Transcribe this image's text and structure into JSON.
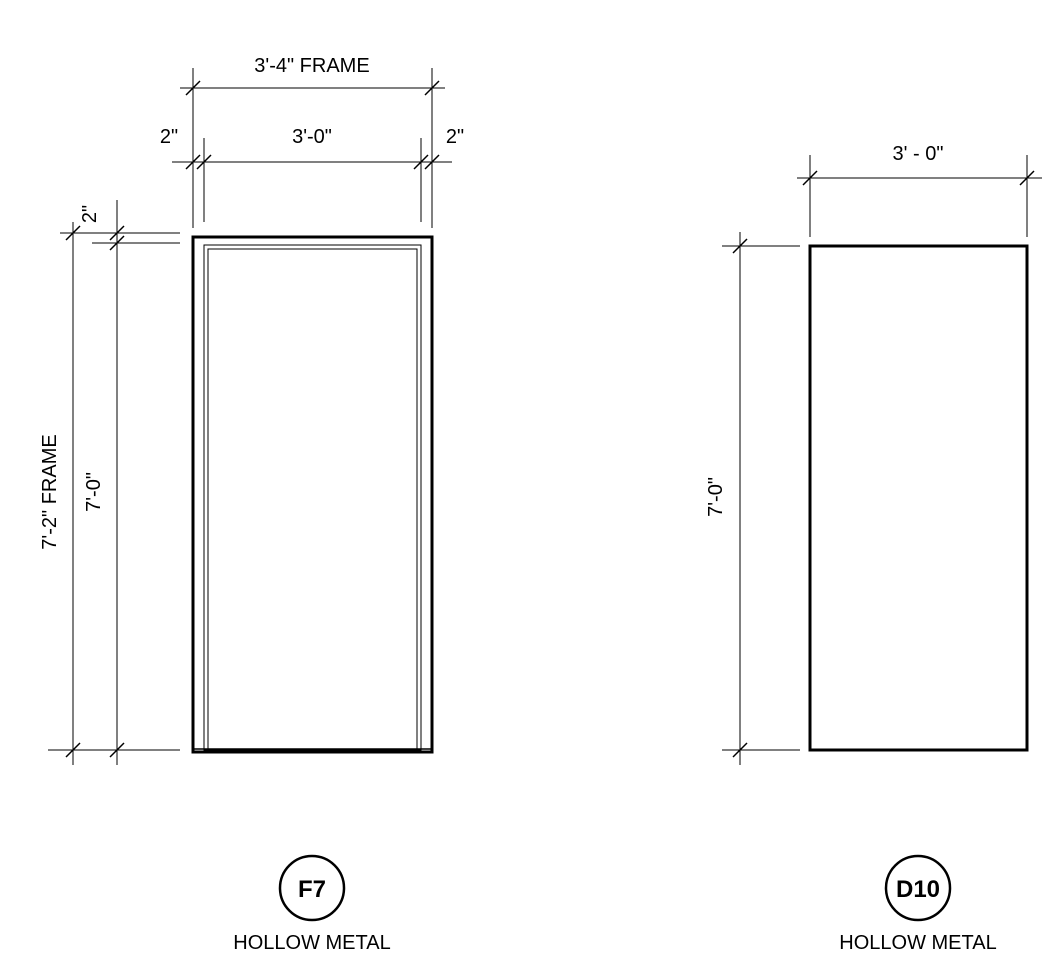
{
  "frame_elevation": {
    "overall_width_label": "3'-4\" FRAME",
    "opening_width_label": "3'-0\"",
    "left_jamb_label": "2\"",
    "right_jamb_label": "2\"",
    "head_label": "2\"",
    "overall_height_label": "7'-2\" FRAME",
    "opening_height_label": "7'-0\"",
    "tag": "F7",
    "material": "HOLLOW METAL"
  },
  "door_elevation": {
    "width_label": "3' - 0\"",
    "height_label": "7'-0\"",
    "tag": "D10",
    "material": "HOLLOW METAL"
  }
}
